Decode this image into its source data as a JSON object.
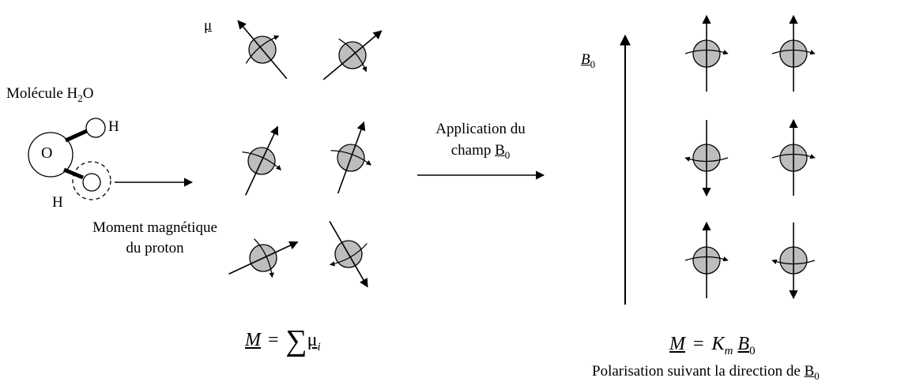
{
  "left": {
    "molecule_title": "Molécule H",
    "molecule_sub": "2",
    "molecule_tail": "O",
    "oxygen": "O",
    "hydrogen_top": "H",
    "hydrogen_bottom": "H",
    "moment_line1": "Moment magnétique",
    "moment_line2": "du proton",
    "mu_label": "μ"
  },
  "center": {
    "arrow_line1": "Application du",
    "arrow_line2_text": "champ ",
    "arrow_line2_B": "B",
    "arrow_line2_sub": "0"
  },
  "formula_left": {
    "M": "M",
    "equals": "=",
    "sum": "∑",
    "mu": "μ",
    "sub_i": "i"
  },
  "right": {
    "b0_symbol": "B",
    "b0_sub": "0",
    "formula_M": "M",
    "formula_equals": "=",
    "formula_K": "K",
    "formula_K_sub": "m",
    "formula_B": "B",
    "formula_B_sub": "0",
    "caption_text": "Polarisation suivant la direction de ",
    "caption_B": "B",
    "caption_sub": "0"
  },
  "colors": {
    "sphere_fill": "#bdbdbd",
    "stroke": "#000000"
  }
}
